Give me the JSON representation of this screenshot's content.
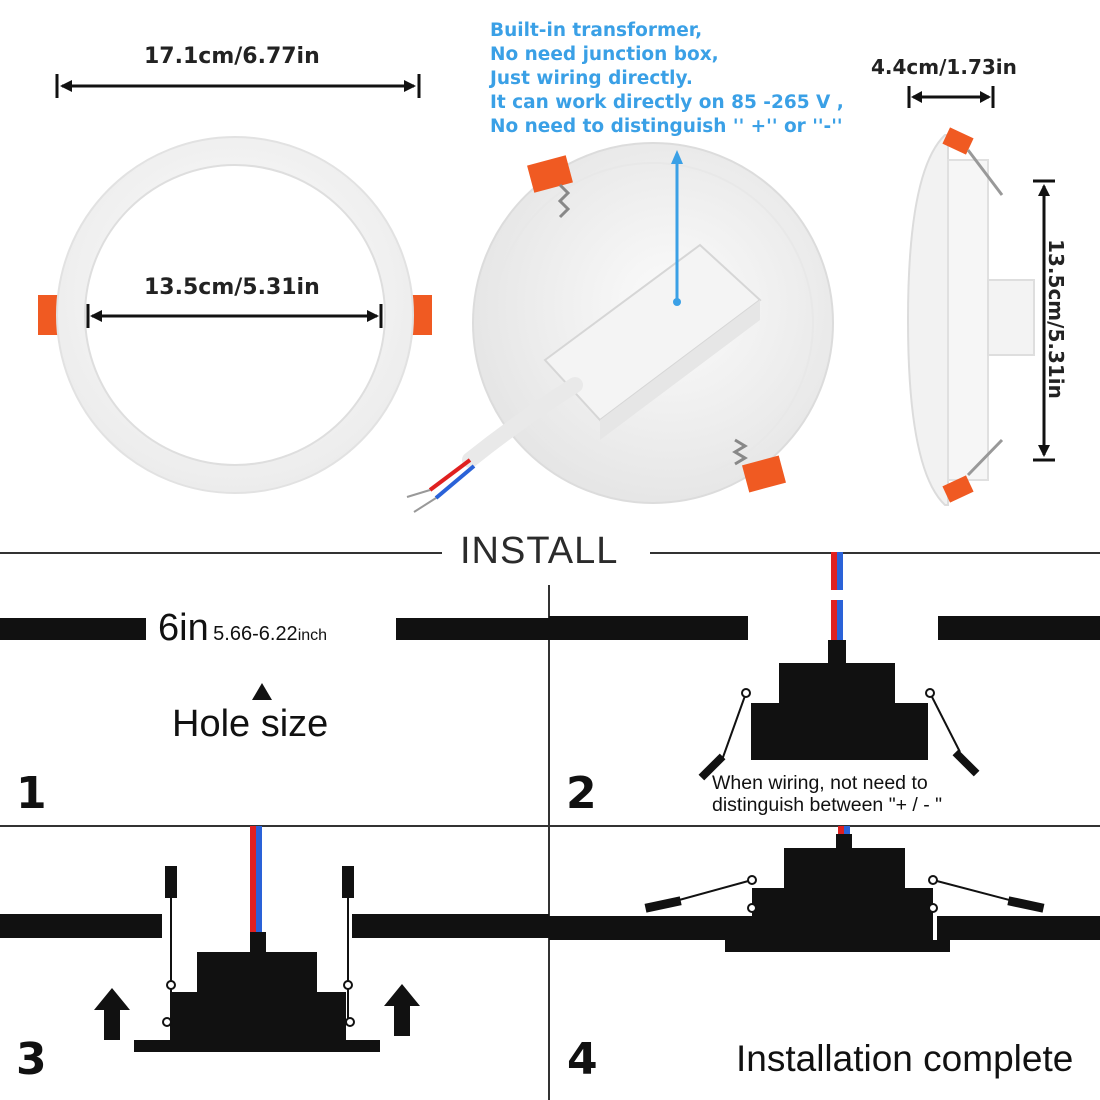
{
  "dimensions": {
    "outer_diameter": "17.1cm/6.77in",
    "inner_diameter": "13.5cm/5.31in",
    "height": "4.4cm/1.73in",
    "side_diameter": "13.5cm/5.31in"
  },
  "transformer_note": {
    "line1": "Built-in transformer,",
    "line2": "No need junction box,",
    "line3": "Just wiring directly.",
    "line4": "It can work directly on 85 -265 V ,",
    "line5": "No need to distinguish '' +'' or ''-''"
  },
  "install_title": "INSTALL",
  "steps": {
    "s1": {
      "number": "1",
      "hole_size_main": "6in",
      "hole_size_range": "5.66-6.22",
      "hole_size_unit": "inch",
      "hole_label": "Hole size"
    },
    "s2": {
      "number": "2",
      "note_line1": "When wiring, not need to",
      "note_line2": "distinguish between \"+ / - \""
    },
    "s3": {
      "number": "3"
    },
    "s4": {
      "number": "4",
      "label": "Installation complete"
    }
  },
  "colors": {
    "accent_blue": "#3aa0e6",
    "clip_orange": "#f05a22",
    "wire_red": "#e02020",
    "wire_blue": "#2a62d8",
    "silhouette": "#111111"
  },
  "icons": [
    "arrow-up-icon",
    "triangle-up-icon"
  ]
}
